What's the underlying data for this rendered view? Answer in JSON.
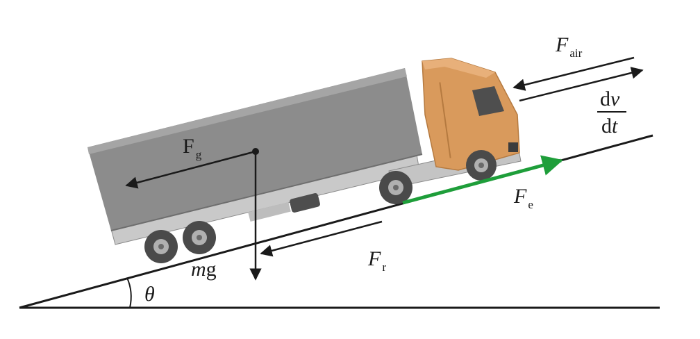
{
  "labels": {
    "f_air": {
      "main": "F",
      "sub": "air"
    },
    "dv": {
      "d": "d",
      "var": "v"
    },
    "dt": {
      "d": "d",
      "var": "t"
    },
    "f_g": {
      "main": "F",
      "sub": "g"
    },
    "f_e": {
      "main": "F",
      "sub": "e"
    },
    "f_r": {
      "main": "F",
      "sub": "r"
    },
    "mg": {
      "m": "m",
      "g": "g"
    },
    "theta": "θ"
  },
  "colors": {
    "line": "#1a1a1a",
    "engine_force": "#1e9e3a",
    "trailer": "#8c8c8c",
    "trailer_top": "#a5a5a5",
    "cab": "#d99a5c",
    "chassis": "#c4c4c4",
    "tire": "#4a4a4a",
    "hub": "#b0b0b0"
  },
  "icons": [
    "truck-icon"
  ]
}
